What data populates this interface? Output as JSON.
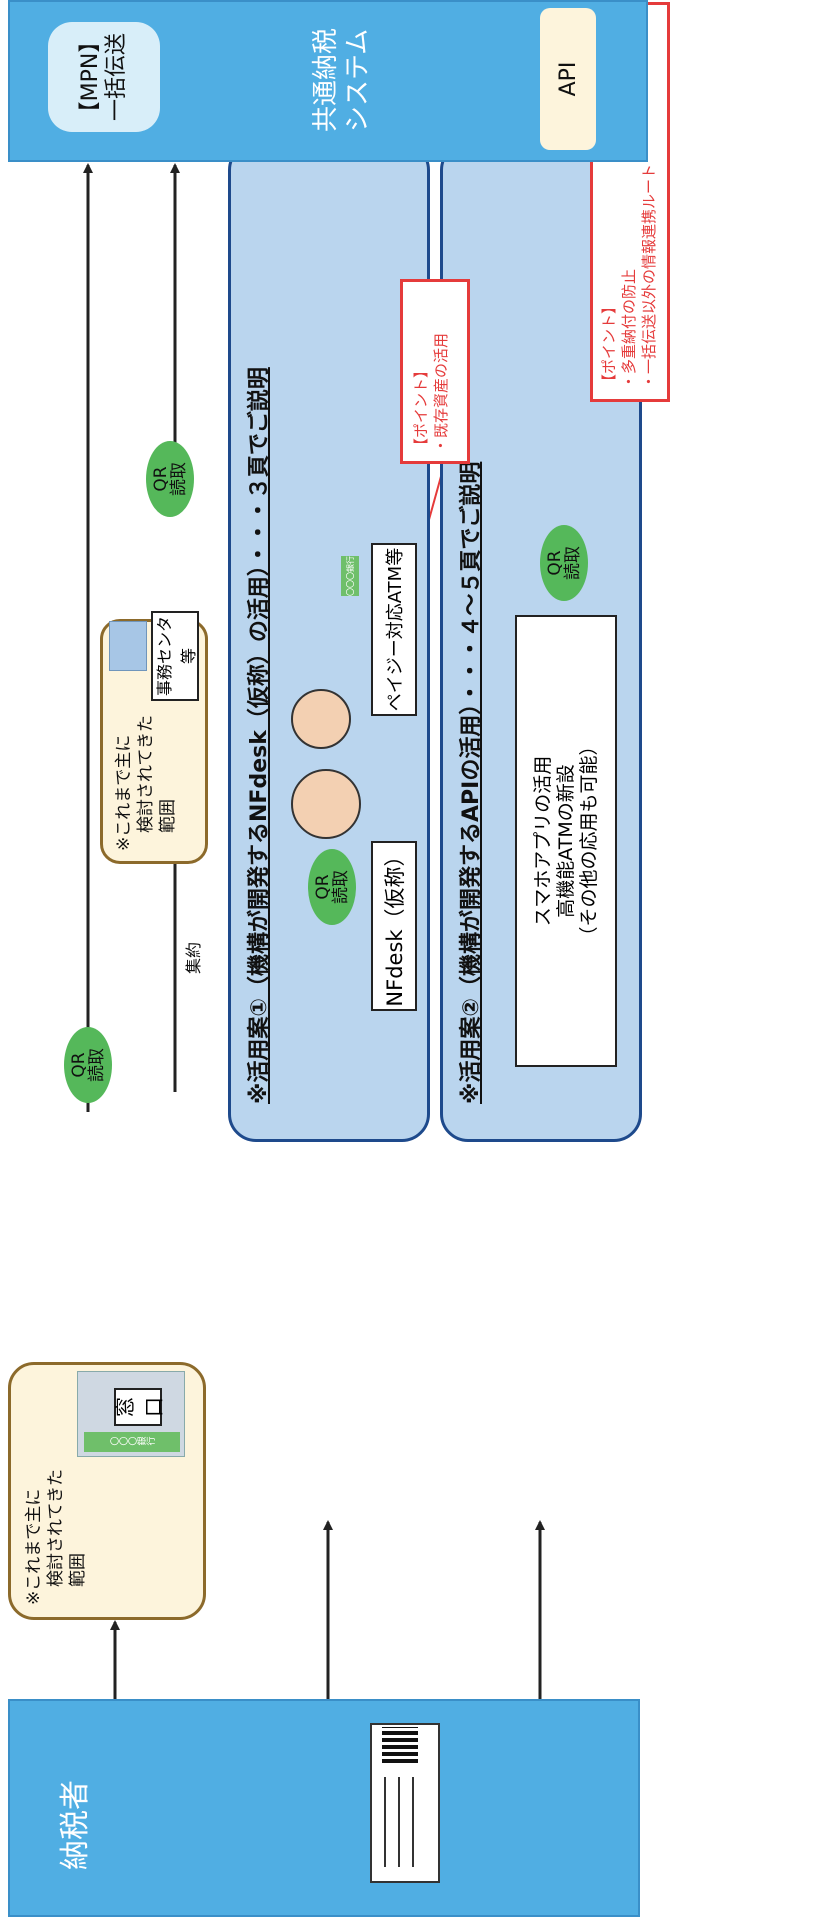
{
  "taxpayer": {
    "label": "納税者"
  },
  "system": {
    "label_l1": "共通納税",
    "label_l2": "システム",
    "mpn_l1": "【MPN】",
    "mpn_l2": "一括伝送",
    "api": "API"
  },
  "scope_left": {
    "note_l1": "※これまで主に",
    "note_l2": "検討されてきた範囲",
    "bank_sign": "〇〇〇銀行",
    "counter": "窓口"
  },
  "scope_center": {
    "note_l1": "※これまで主に",
    "note_l2": "検討されてきた範囲",
    "office": "事務センタ等"
  },
  "aggregate": "集約",
  "qr": {
    "l1": "QR",
    "l2": "読取"
  },
  "plan1": {
    "title": "※活用案①（機構が開発するNFdesk（仮称）の活用）・・・３頁でご説明",
    "nfdesk": "NFdesk（仮称）",
    "atm": "ペイジー対応ATM等",
    "atm_sign": "〇〇〇銀行"
  },
  "plan2": {
    "title": "※活用案②（機構が開発するAPIの活用）・・・４～５頁でご説明",
    "box_l1": "スマホアプリの活用",
    "box_l2": "高機能ATMの新設",
    "box_l3": "（その他の応用も可能）"
  },
  "point1": {
    "l1": "【ポイント】",
    "l2": "・既存資産の活用"
  },
  "point2": {
    "l1": "【ポイント】",
    "l2": "・多重納付の防止",
    "l3": "・一括伝送以外の情報連携ルート"
  },
  "colors": {
    "bar": "#50aee3",
    "plan_fill": "#bad5ee",
    "plan_border": "#1e4a8c",
    "scope_fill": "#fdf4dc",
    "scope_border": "#8c6a2b",
    "qr": "#55b85a",
    "point": "#e53b3b"
  }
}
